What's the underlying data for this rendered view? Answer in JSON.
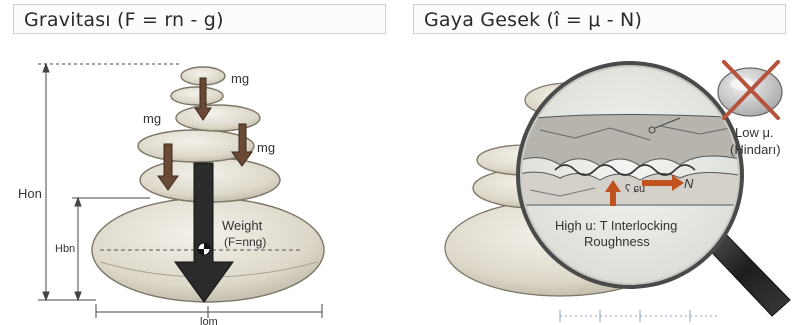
{
  "left_panel": {
    "title": "Gravitası (F = rn - g)",
    "stone_labels": [
      "mg",
      "mg",
      "mg"
    ],
    "weight_label": "Weight",
    "weight_formula": "(F=nng)",
    "height_total_label": "Hon",
    "height_base_label": "Hbn",
    "width_label": "lom"
  },
  "right_panel": {
    "title": "Gaya Gesek (î = μ - N)",
    "low_label": "Low μ.",
    "low_sub": "(Hindarı)",
    "high_label": "High u: T Interlocking",
    "high_sub": "Roughness",
    "force_text": "ʕ ɕu",
    "normal_label": "N"
  },
  "colors": {
    "arrow_dark": "#2b2b2b",
    "arrow_brown": "#6a4a35",
    "stone": "#e4e0d4",
    "stone_edge": "#7c7667",
    "cross": "#b5533c",
    "force_arrow": "#c0521f"
  }
}
